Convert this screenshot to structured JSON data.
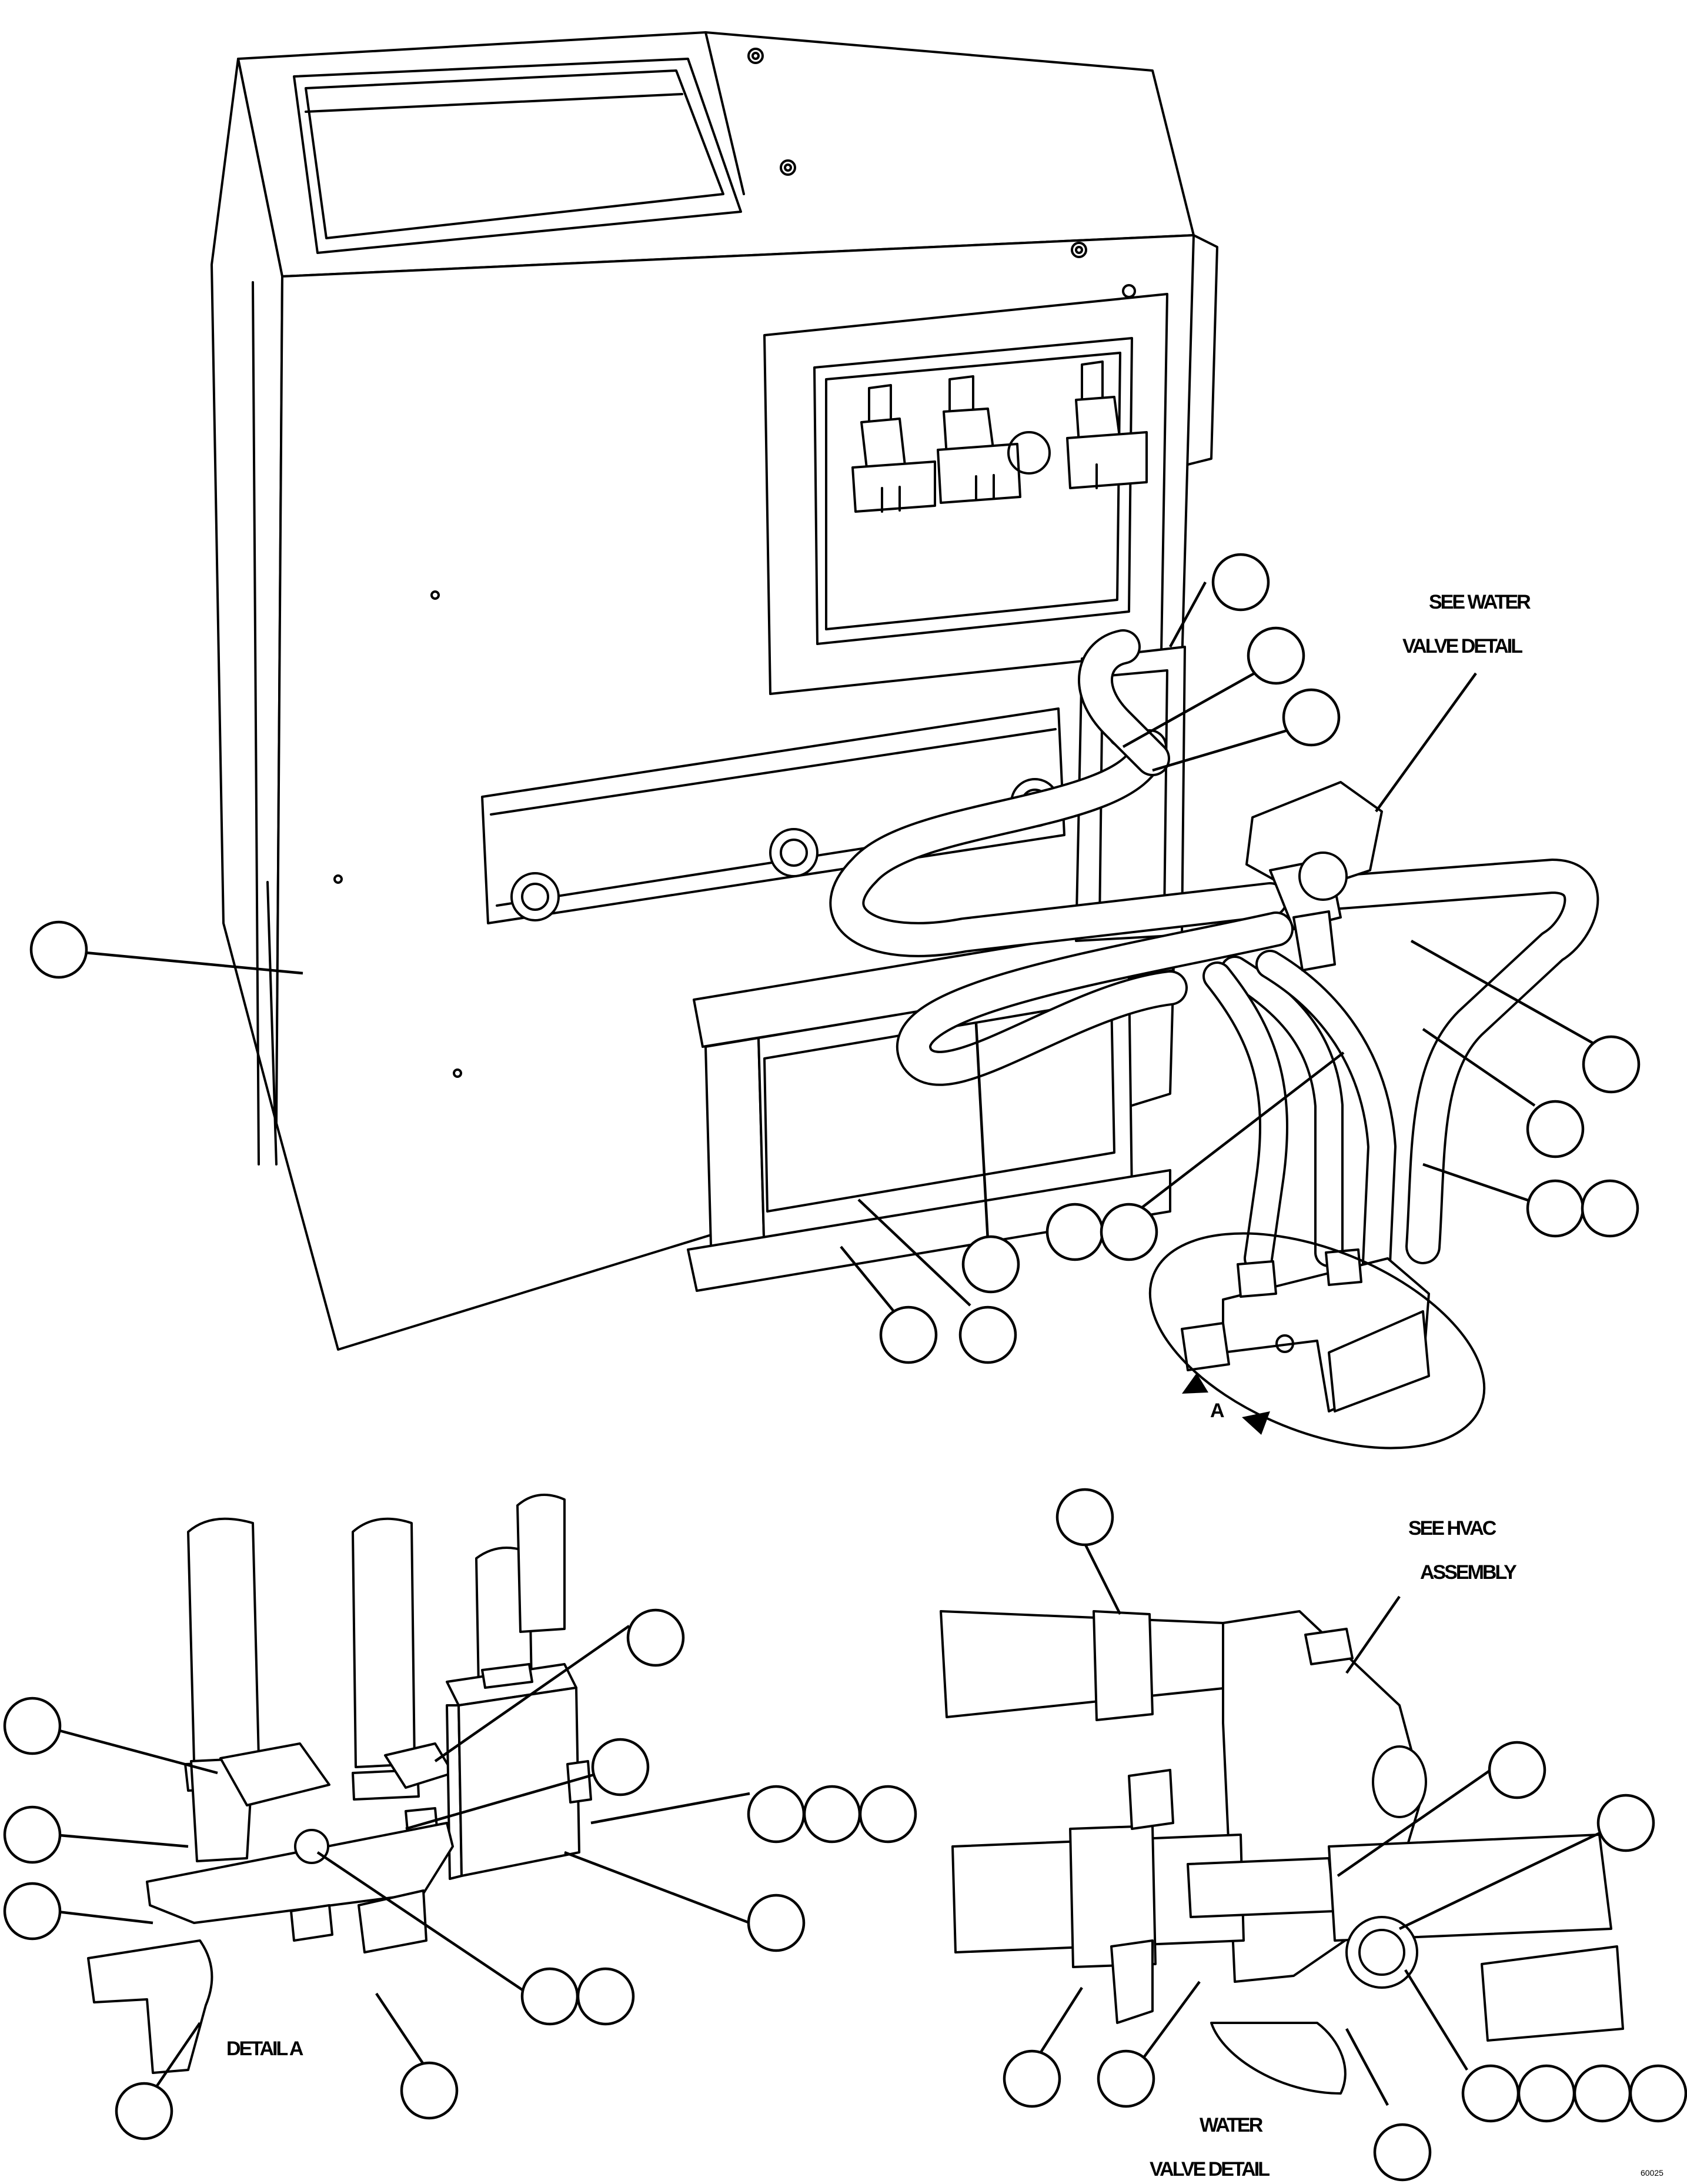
{
  "labels": {
    "see_water_line1": "SEE WATER",
    "see_water_line2": "VALVE DETAIL",
    "view_a": "A",
    "detail_a": "DETAIL A",
    "see_hvac_line1": "SEE HVAC",
    "see_hvac_line2": "ASSEMBLY",
    "water_line1": "WATER",
    "water_line2": "VALVE DETAIL",
    "drawing_code": "60025"
  },
  "icons": [
    "arrowhead-icon"
  ]
}
